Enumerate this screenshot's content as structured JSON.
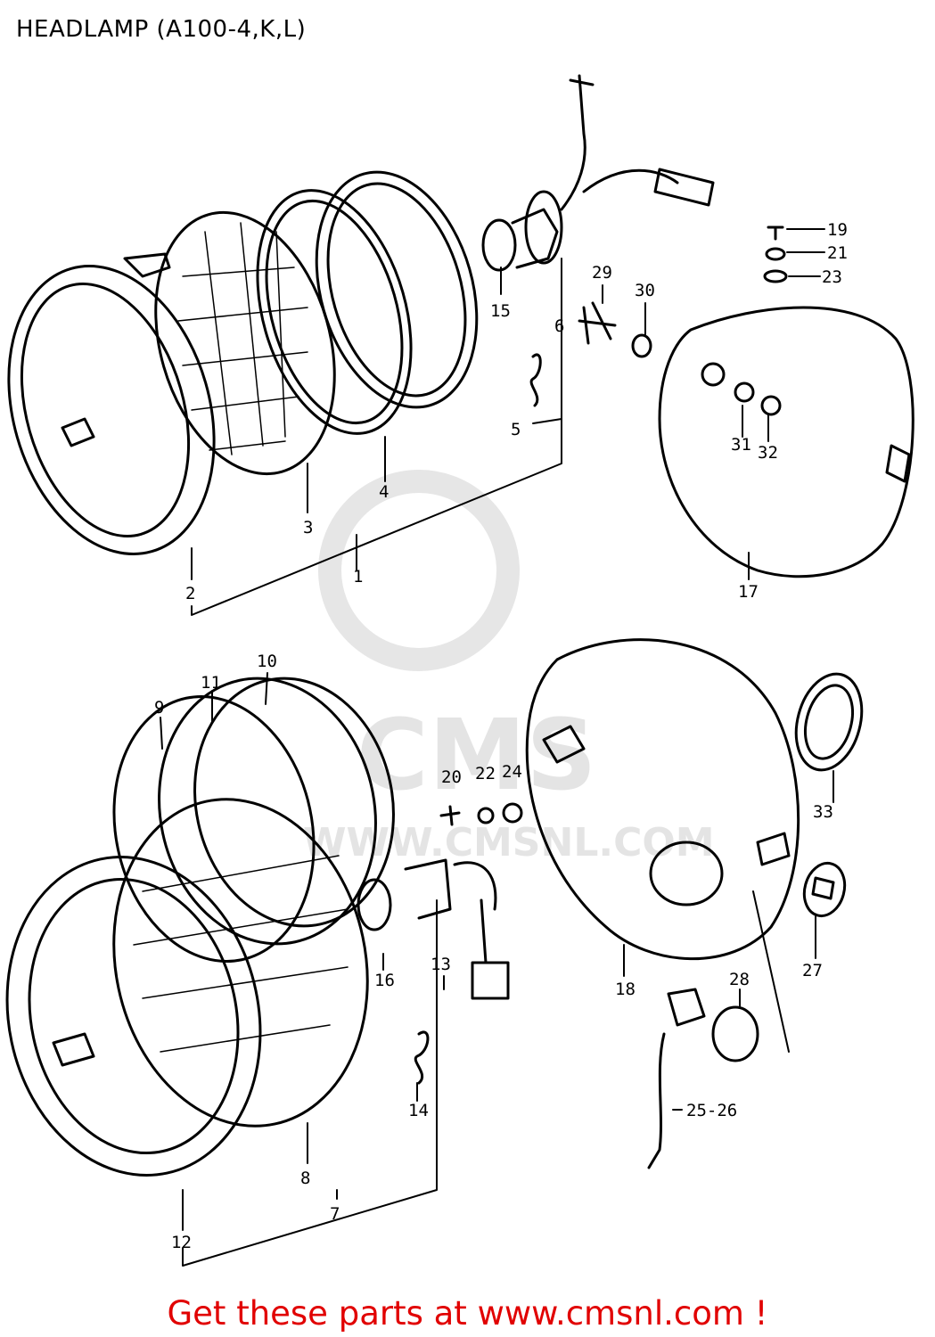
{
  "title": "HEADLAMP (A100-4,K,L)",
  "footer": "Get these parts at www.cmsnl.com !",
  "watermark": {
    "brand": "CMS",
    "url": "WWW.CMSNL.COM"
  },
  "colors": {
    "footer": "#e10000",
    "line": "#000000",
    "watermark": "#e4e4e4"
  },
  "part_labels": {
    "p1": "1",
    "p2": "2",
    "p3": "3",
    "p4": "4",
    "p5": "5",
    "p6": "6",
    "p7": "7",
    "p8": "8",
    "p9": "9",
    "p10": "10",
    "p11": "11",
    "p12": "12",
    "p13": "13",
    "p14": "14",
    "p15": "15",
    "p16": "16",
    "p17": "17",
    "p18": "18",
    "p19": "19",
    "p20": "20",
    "p21": "21",
    "p22": "22",
    "p23": "23",
    "p24": "24",
    "p25_26": "25-26",
    "p27": "27",
    "p28": "28",
    "p29": "29",
    "p30": "30",
    "p31": "31",
    "p32": "32",
    "p33": "33"
  }
}
